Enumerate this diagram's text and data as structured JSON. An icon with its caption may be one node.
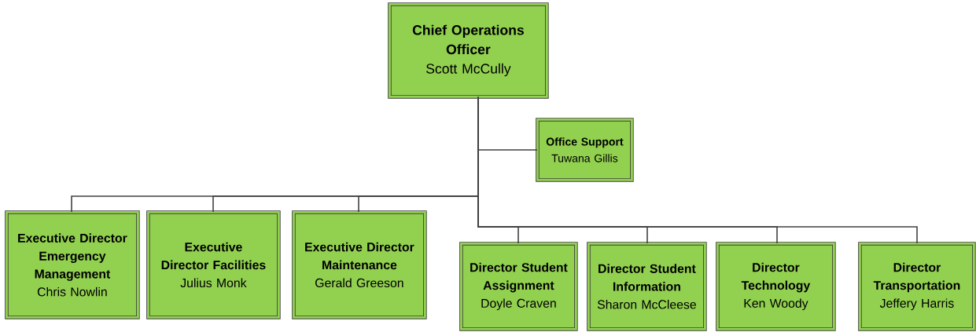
{
  "diagram": {
    "nodes": [
      {
        "text": [
          "Chief Operations Officer",
          "Scott McCully"
        ]
      },
      {
        "text": [
          "Office Support",
          "Tuwana Gillis"
        ]
      },
      {
        "text": [
          "Executive Director Emergency Management",
          "Chris Nowlin"
        ]
      },
      {
        "text": [
          "Executive Director Facilities",
          "Julius Monk"
        ]
      },
      {
        "text": [
          "Executive Director Maintenance",
          "Gerald Greeson"
        ]
      },
      {
        "text": [
          "Director Student Assignment",
          "Doyle Craven"
        ]
      },
      {
        "text": [
          "Director Student Information",
          "Sharon McCleese"
        ]
      },
      {
        "text": [
          "Director Technology",
          "Ken Woody"
        ]
      },
      {
        "text": [
          "Director Transportation",
          "Jeffery Harris"
        ]
      }
    ],
    "edges": [
      {
        "from": 0,
        "to": 1,
        "arrow": "none"
      },
      {
        "from": 0,
        "to": 2,
        "arrow": "none"
      },
      {
        "from": 0,
        "to": 3,
        "arrow": "none"
      },
      {
        "from": 0,
        "to": 4,
        "arrow": "none"
      },
      {
        "from": 0,
        "to": 5,
        "arrow": "none"
      },
      {
        "from": 0,
        "to": 6,
        "arrow": "none"
      },
      {
        "from": 0,
        "to": 7,
        "arrow": "none"
      },
      {
        "from": 0,
        "to": 8,
        "arrow": "none"
      }
    ]
  }
}
